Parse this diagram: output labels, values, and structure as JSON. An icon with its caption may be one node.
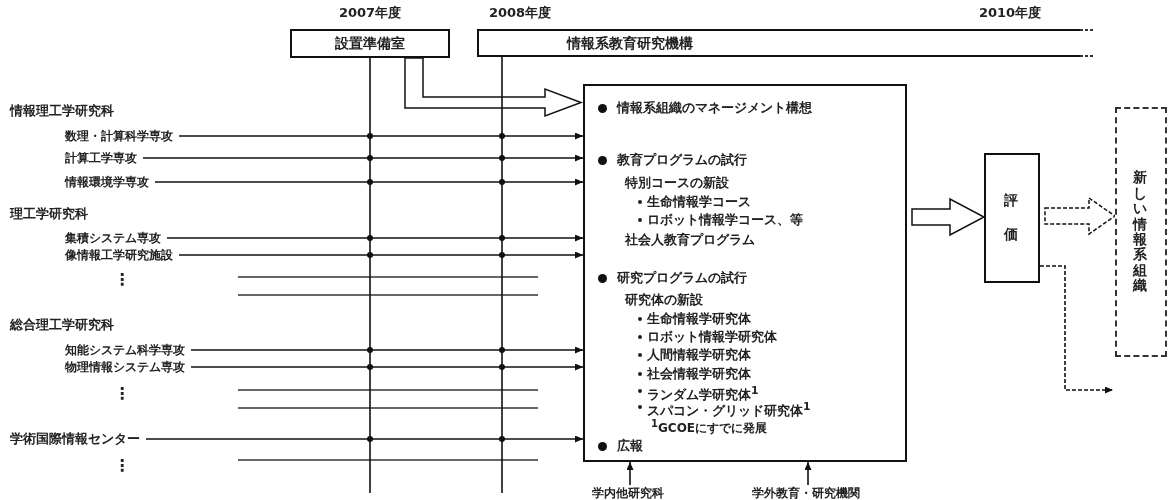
{
  "diagram": {
    "nodes": [
      {
        "text": [
          "設置準備室"
        ]
      },
      {
        "text": [
          "情報系教育研究機構"
        ]
      },
      {
        "text": [
          "情報系組織のマネージメント構想",
          "教育プログラムの試行",
          "特別コースの新設",
          "生命情報学コース",
          "ロボット情報学コース、等",
          "社会人教育プログラム",
          "研究プログラムの試行",
          "研究体の新設",
          "生命情報学研究体",
          "ロボット情報学研究体",
          "人間情報学研究体",
          "社会情報学研究体",
          "ランダム学研究体$^{1}$",
          "スパコン・グリッド研究体$^{1}$",
          "$^{1}$GCOEにすでに発展",
          "広報"
        ]
      },
      {
        "text": [
          "評価"
        ]
      },
      {
        "text": [
          "新しい情報系組織"
        ]
      },
      {
        "text": [
          "数理・計算科学専攻"
        ]
      },
      {
        "text": [
          "計算工学専攻"
        ]
      },
      {
        "text": [
          "情報環境学専攻"
        ]
      },
      {
        "text": [
          "集積システム専攻"
        ]
      },
      {
        "text": [
          "像情報工学研究施設"
        ]
      },
      {
        "text": [
          "知能システム科学専攻"
        ]
      },
      {
        "text": [
          "物理情報システム専攻"
        ]
      },
      {
        "text": [
          "学術国際情報センター"
        ]
      },
      {
        "text": [
          "学内他研究科"
        ]
      },
      {
        "text": [
          "学外教育・研究機関"
        ]
      }
    ],
    "edges": [
      {
        "from": 0,
        "to": 2,
        "arrow": "to"
      },
      {
        "from": 5,
        "to": 2,
        "arrow": "to"
      },
      {
        "from": 6,
        "to": 2,
        "arrow": "to"
      },
      {
        "from": 7,
        "to": 2,
        "arrow": "to"
      },
      {
        "from": 8,
        "to": 2,
        "arrow": "to"
      },
      {
        "from": 9,
        "to": 2,
        "arrow": "to"
      },
      {
        "from": 10,
        "to": 2,
        "arrow": "to"
      },
      {
        "from": 11,
        "to": 2,
        "arrow": "to"
      },
      {
        "from": 12,
        "to": 2,
        "arrow": "to"
      },
      {
        "from": 13,
        "to": 2,
        "arrow": "to"
      },
      {
        "from": 14,
        "to": 2,
        "arrow": "to"
      },
      {
        "from": 2,
        "to": 3,
        "arrow": "to"
      },
      {
        "from": 3,
        "to": 4,
        "arrow": "to",
        "style": "dashed"
      },
      {
        "from": 3,
        "to": null,
        "arrow": "to",
        "style": "dashed"
      },
      {
        "from": 0,
        "to": null,
        "arrow": "none"
      },
      {
        "from": 1,
        "to": null,
        "arrow": "none"
      }
    ],
    "labels": [
      "2007年度",
      "2008年度",
      "2010年度",
      "情報理工学研究科",
      "理工学研究科",
      "⋮",
      "総合理工学研究科",
      "⋮",
      "⋮"
    ]
  }
}
